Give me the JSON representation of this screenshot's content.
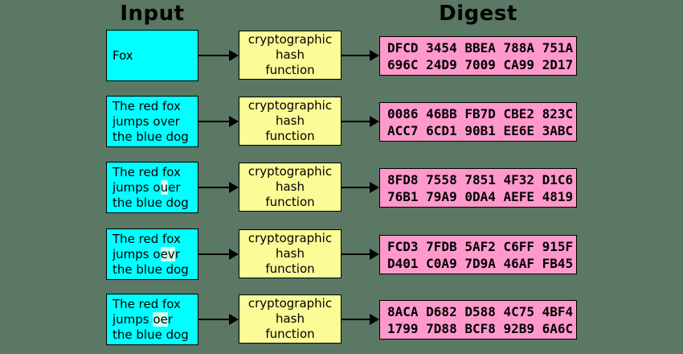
{
  "headers": {
    "input": "Input",
    "digest": "Digest"
  },
  "hash_function": {
    "lines": [
      "cryptographic",
      "hash",
      "function"
    ]
  },
  "colors": {
    "background": "#5A7864",
    "input_box": "#00FFFF",
    "hash_box": "#FBFB97",
    "digest_box": "#FF99CC",
    "changed_char_highlight": "#CCFFEE",
    "border": "#000000",
    "text": "#000000"
  },
  "icons": {
    "arrow_head": "right-triangle"
  },
  "rows": [
    {
      "input_segments": [
        [
          {
            "text": "Fox"
          }
        ]
      ],
      "digest_lines": [
        "DFCD 3454 BBEA 788A 751A",
        "696C 24D9 7009 CA99 2D17"
      ]
    },
    {
      "input_segments": [
        [
          {
            "text": "The red fox"
          }
        ],
        [
          {
            "text": "jumps over"
          }
        ],
        [
          {
            "text": "the blue dog"
          }
        ]
      ],
      "digest_lines": [
        "0086 46BB FB7D CBE2 823C",
        "ACC7 6CD1 90B1 EE6E 3ABC"
      ]
    },
    {
      "input_segments": [
        [
          {
            "text": "The red fox"
          }
        ],
        [
          {
            "text": "jumps o"
          },
          {
            "text": "u",
            "highlight": true
          },
          {
            "text": "er"
          }
        ],
        [
          {
            "text": "the blue dog"
          }
        ]
      ],
      "digest_lines": [
        "8FD8 7558 7851 4F32 D1C6",
        "76B1 79A9 0DA4 AEFE 4819"
      ]
    },
    {
      "input_segments": [
        [
          {
            "text": "The red fox"
          }
        ],
        [
          {
            "text": "jumps o"
          },
          {
            "text": "ev",
            "highlight": true
          },
          {
            "text": "r"
          }
        ],
        [
          {
            "text": "the blue dog"
          }
        ]
      ],
      "digest_lines": [
        "FCD3 7FDB 5AF2 C6FF 915F",
        "D401 C0A9 7D9A 46AF FB45"
      ]
    },
    {
      "input_segments": [
        [
          {
            "text": "The red fox"
          }
        ],
        [
          {
            "text": "jumps "
          },
          {
            "text": "oe",
            "highlight": true
          },
          {
            "text": "r"
          }
        ],
        [
          {
            "text": "the blue dog"
          }
        ]
      ],
      "digest_lines": [
        "8ACA D682 D588 4C75 4BF4",
        "1799 7D88 BCF8 92B9 6A6C"
      ]
    }
  ]
}
